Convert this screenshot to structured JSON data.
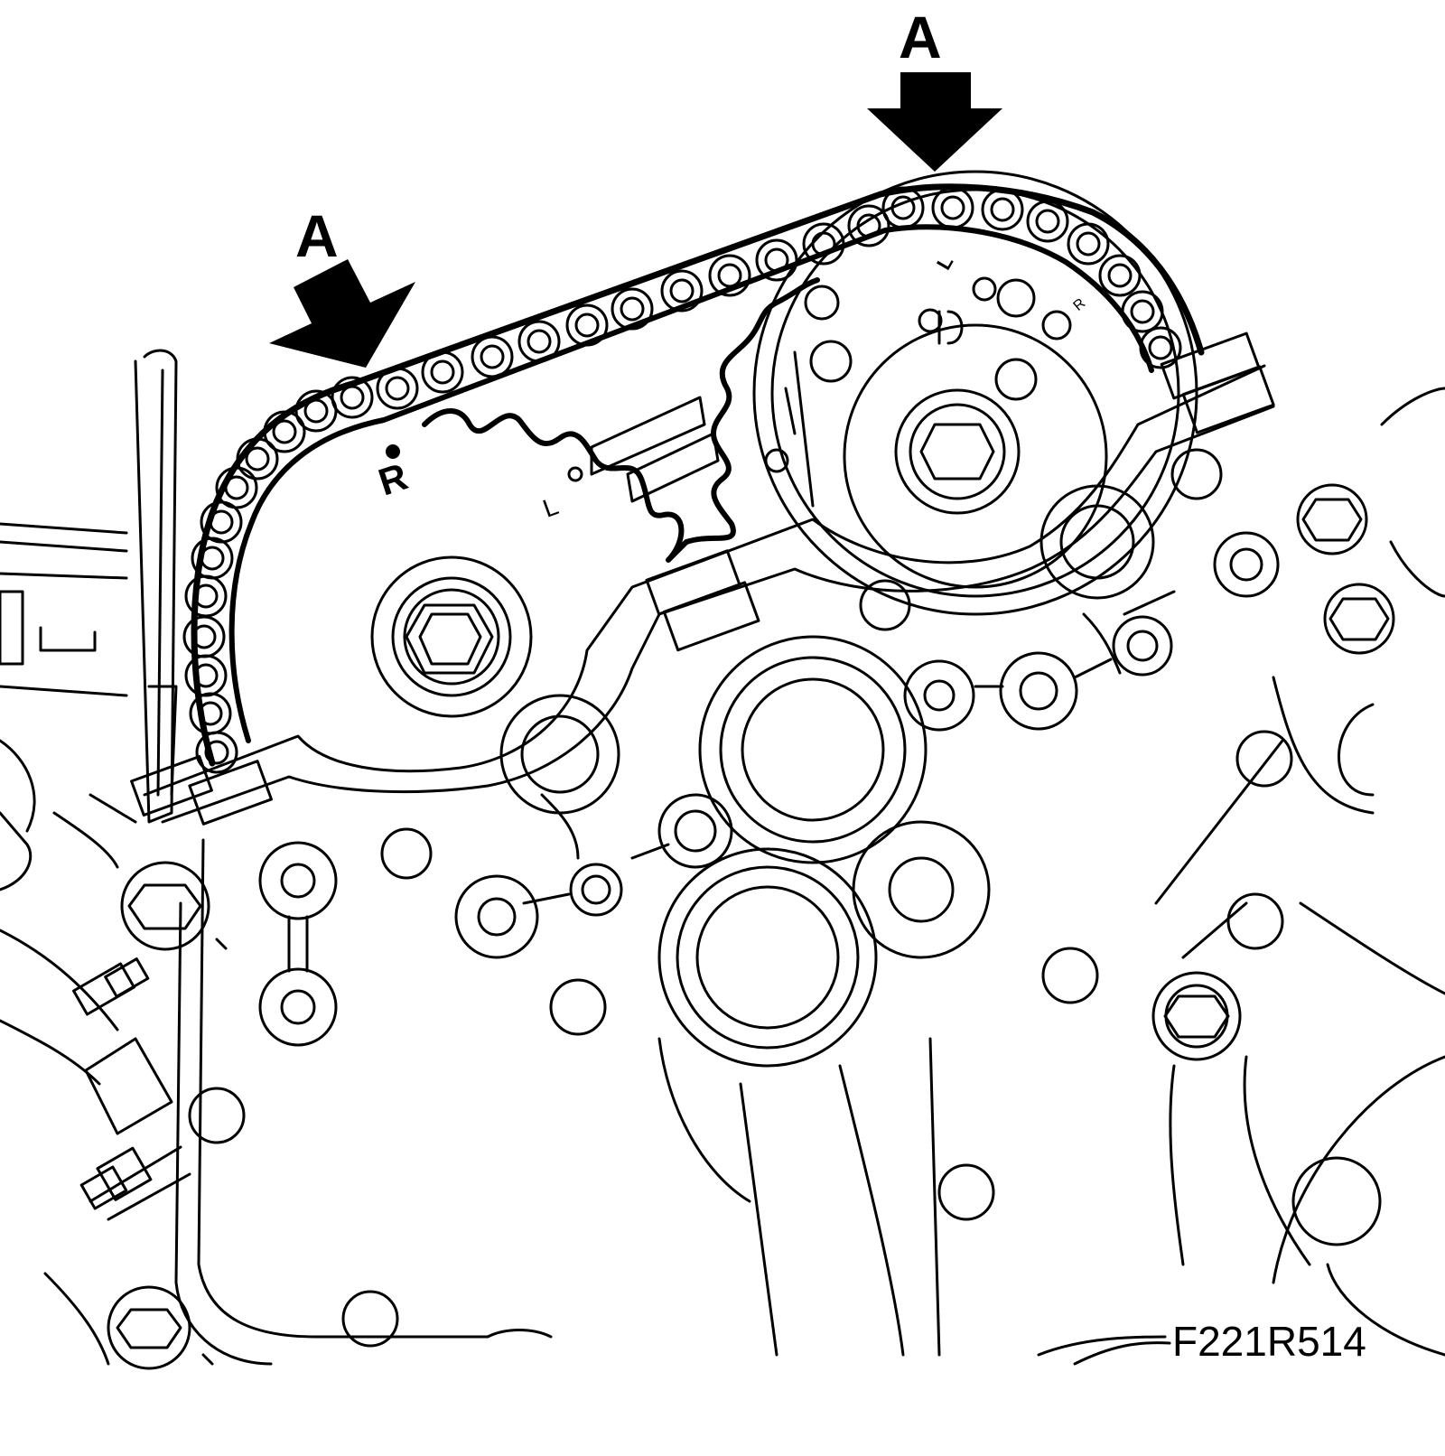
{
  "diagram": {
    "arrow_left_label": "A",
    "arrow_right_label": "A",
    "mark_exhaust_r": "R",
    "mark_exhaust_l": "L",
    "mark_intake_l": "L",
    "mark_intake_r": "R",
    "figure_code": "F221R514",
    "colors": {
      "line": "#000000",
      "background": "#ffffff"
    }
  }
}
